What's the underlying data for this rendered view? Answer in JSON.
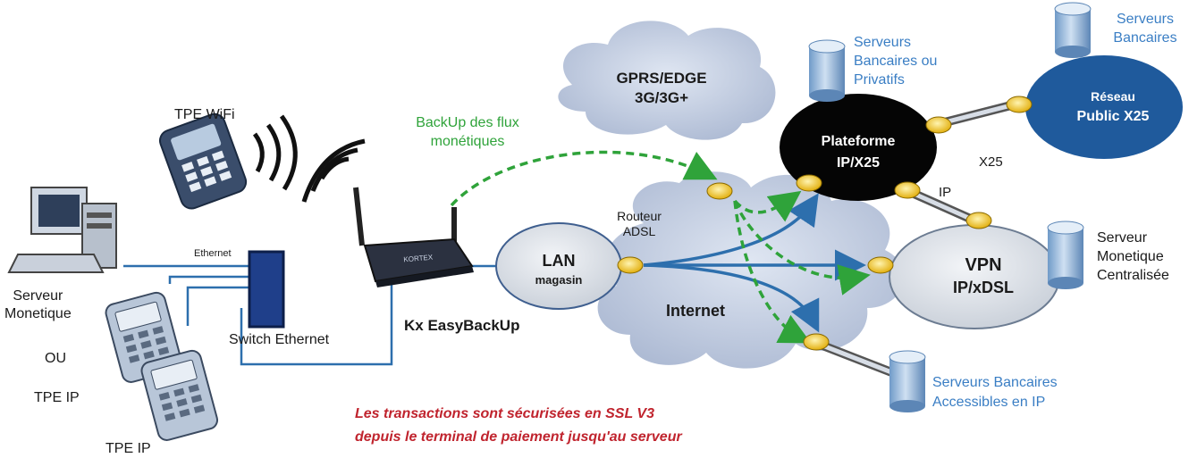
{
  "devices": {
    "tpe_wifi": "TPE WiFi",
    "serveur_monetique_left": "Serveur\nMonetique",
    "ou": "OU",
    "tpe_ip_1": "TPE IP",
    "tpe_ip_2": "TPE IP",
    "ethernet": "Ethernet",
    "switch": "Switch Ethernet",
    "router_device": "Kx EasyBackUp",
    "router_brand": "KORTEX"
  },
  "lan": {
    "title": "LAN",
    "sub": "magasin"
  },
  "routeur_adsl": "Routeur\nADSL",
  "backup": "BackUp des flux\nmonétiques",
  "gprs": {
    "line1": "GPRS/EDGE",
    "line2": "3G/3G+"
  },
  "internet": "Internet",
  "plateforme": {
    "line1": "Plateforme",
    "line2": "IP/X25"
  },
  "vpn": {
    "line1": "VPN",
    "line2": "IP/xDSL"
  },
  "reseau": {
    "line1": "Réseau",
    "line2": "Public X25"
  },
  "x25": "X25",
  "ip": "IP",
  "serveurs_bancaires_privatifs": "Serveurs\nBancaires ou\nPrivatifs",
  "serveurs_bancaires_top": "Serveurs\nBancaires",
  "serveur_monetique_right": "Serveur\nMonetique\nCentralisée",
  "serveurs_accessibles": "Serveurs Bancaires\nAccessibles en IP",
  "footer": {
    "line1": "Les transactions sont sécurisées en SSL V3",
    "line2": "depuis le terminal de paiement jusqu'au serveur"
  },
  "colors": {
    "cable_blue": "#2d6fad",
    "backup_green": "#2fa33a",
    "label_blue": "#3a7ec4",
    "cloud_grey": "#c8d3e6",
    "footer_red": "#c0242e",
    "reseau_blue": "#1f5a9c",
    "router_yellow": "#f2c51c"
  }
}
